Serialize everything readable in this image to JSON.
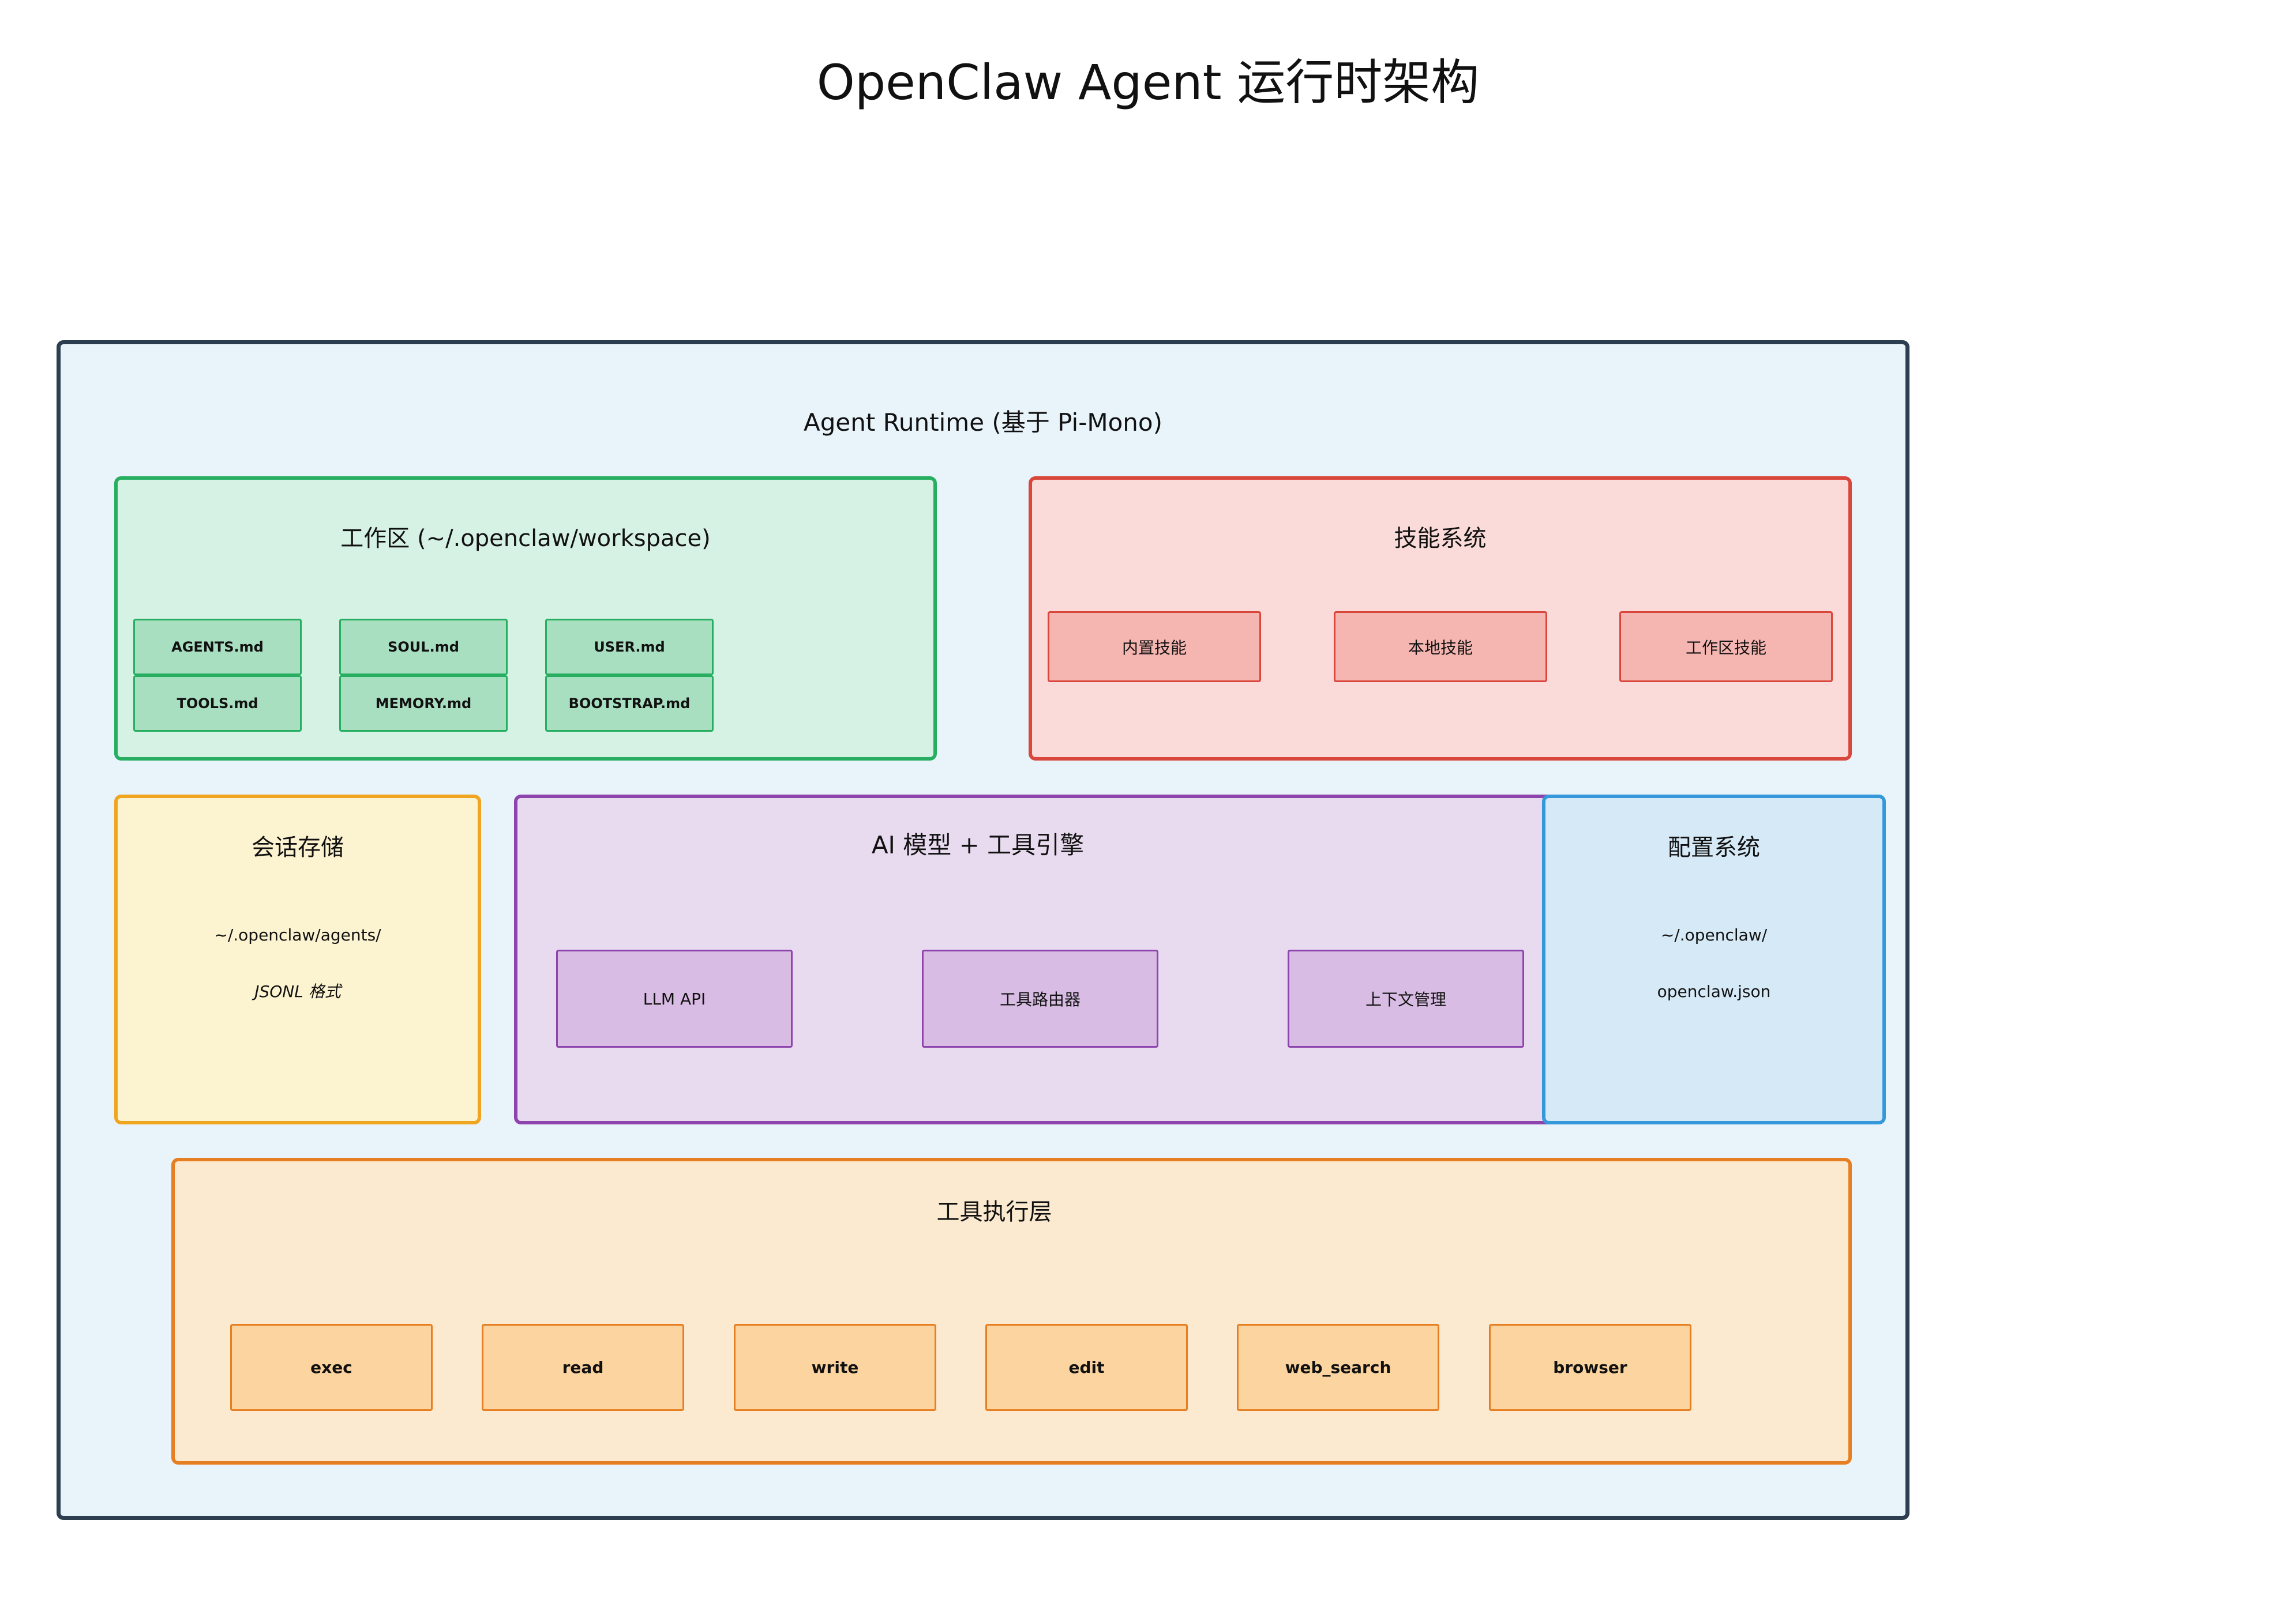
{
  "title": "OpenClaw Agent 运行时架构",
  "runtime": {
    "title": "Agent Runtime (基于 Pi-Mono)"
  },
  "workspace": {
    "title": "工作区 (~/.openclaw/workspace)",
    "files": [
      "AGENTS.md",
      "SOUL.md",
      "USER.md",
      "TOOLS.md",
      "MEMORY.md",
      "BOOTSTRAP.md"
    ]
  },
  "skills": {
    "title": "技能系统",
    "items": [
      "内置技能",
      "本地技能",
      "工作区技能"
    ]
  },
  "session": {
    "title": "会话存储",
    "path": "~/.openclaw/agents/",
    "format": "JSONL 格式"
  },
  "engine": {
    "title": "AI 模型 + 工具引擎",
    "items": [
      "LLM API",
      "工具路由器",
      "上下文管理"
    ]
  },
  "config": {
    "title": "配置系统",
    "line1": "~/.openclaw/",
    "line2": "openclaw.json"
  },
  "tools": {
    "title": "工具执行层",
    "items": [
      "exec",
      "read",
      "write",
      "edit",
      "web_search",
      "browser"
    ]
  },
  "colors": {
    "runtime_border": "#2c3e50",
    "runtime_fill": "#e8f3fa",
    "workspace_border": "#27ae60",
    "workspace_fill": "#d6f2e5",
    "workspace_box": "#a9dfc1",
    "skills_border": "#d9463b",
    "skills_fill": "#fadbd9",
    "skills_box": "#f5b5b1",
    "session_border": "#f0a520",
    "session_fill": "#fcf3d0",
    "engine_border": "#8e44ad",
    "engine_fill": "#e9dbef",
    "engine_box": "#d8bce3",
    "config_border": "#3498db",
    "config_fill": "#d6e9f7",
    "tools_border": "#e67e22",
    "tools_fill": "#fcead0",
    "tools_box": "#fcd49f"
  }
}
